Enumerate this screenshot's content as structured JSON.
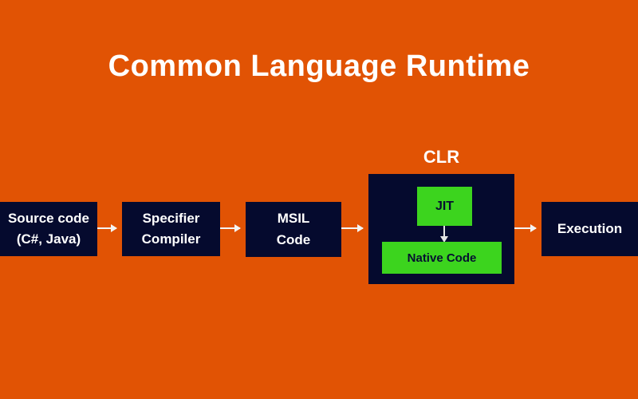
{
  "title": "Common Language Runtime",
  "diagram": {
    "clr_label": "CLR",
    "nodes": {
      "source": {
        "line1": "Source code",
        "line2": "(C#, Java)"
      },
      "compiler": {
        "line1": "Specifier",
        "line2": "Compiler"
      },
      "msil": {
        "line1": "MSIL",
        "line2": "Code"
      },
      "jit": {
        "label": "JIT"
      },
      "native": {
        "label": "Native Code"
      },
      "execution": {
        "label": "Execution"
      }
    }
  },
  "colors": {
    "background": "#e15304",
    "node_dark": "#050a2e",
    "node_green": "#3cd41e",
    "text_light": "#ffffff",
    "text_dark": "#061030",
    "arrow": "#f4f4f4"
  }
}
